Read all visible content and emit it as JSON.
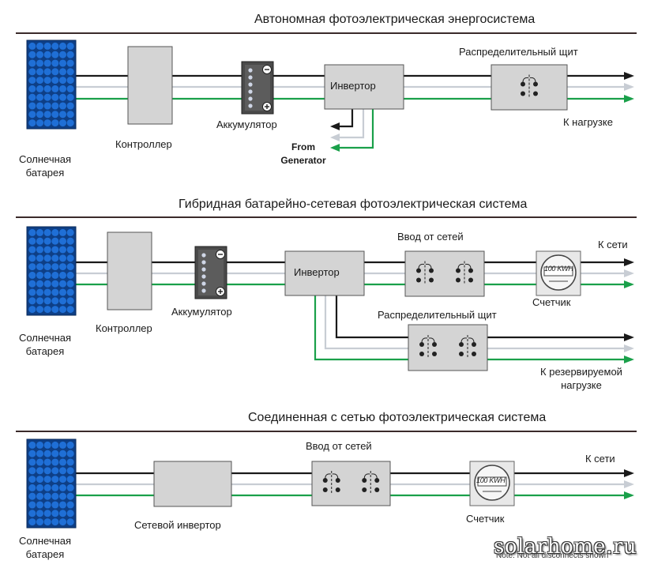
{
  "sections": [
    {
      "title": "Автономная фотоэлектрическая энергосистема",
      "solar_label": "Солнечная\nбатарея",
      "controller_label": "Контроллер",
      "battery_label": "Аккумулятор",
      "inverter_label": "Инвертор",
      "panel_label": "Распределительный щит",
      "load_label": "К нагрузке",
      "generator_label": "From\nGenerator"
    },
    {
      "title": "Гибридная батарейно-сетевая фотоэлектрическая система",
      "solar_label": "Солнечная\nбатарея",
      "controller_label": "Контроллер",
      "battery_label": "Аккумулятор",
      "inverter_label": "Инвертор",
      "grid_input_label": "Ввод от сетей",
      "grid_label": "К сети",
      "meter_label": "Счетчик",
      "meter_display": "100 KWH",
      "panel_label": "Распределительный щит",
      "backup_load_label": "К  резервируемой\nнагрузке"
    },
    {
      "title": "Соединенная с сетью фотоэлектрическая система",
      "solar_label": "Солнечная\nбатарея",
      "inverter_label": "Сетевой инвертор",
      "grid_input_label": "Ввод от сетей",
      "grid_label": "К сети",
      "meter_label": "Счетчик",
      "meter_display": "100 KWH"
    }
  ],
  "watermark": "solarhome.ru",
  "footnote": "Note: Not all disconnects shown",
  "colors": {
    "black_wire": "#1a1a1a",
    "gray_wire": "#c8cdd4",
    "green_wire": "#1aa04a",
    "box_fill": "#d4d4d4",
    "box_stroke": "#555555",
    "solar_cell": "#1f6fd6",
    "solar_bg": "#0e3f86"
  }
}
